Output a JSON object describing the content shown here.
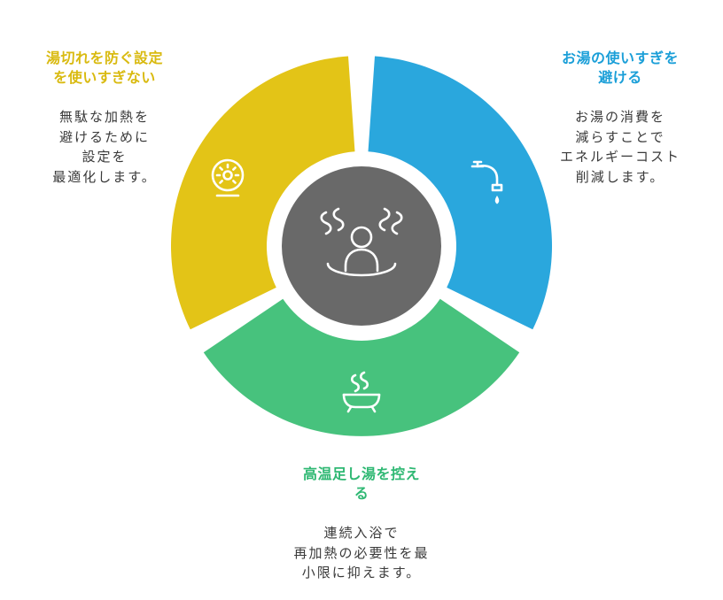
{
  "colors": {
    "yellow": "#e3c417",
    "blue": "#2aa7dd",
    "green": "#47c27d",
    "center_gray": "#696969",
    "yellow_title": "#d9ba10",
    "blue_title": "#1b9fd8",
    "green_title": "#2fb873",
    "body_text": "#3a3a3a"
  },
  "segments": {
    "yellow": {
      "title": "湯切れを防ぐ設定\nを使いすぎない",
      "body": "無駄な加熱を\n避けるために\n設定を\n最適化します。",
      "icon": "thermostat-dial-icon"
    },
    "blue": {
      "title": "お湯の使いすぎを\n避ける",
      "body": "お湯の消費を\n減らすことで\nエネルギーコスト\n削減します。",
      "icon": "faucet-drop-icon"
    },
    "green": {
      "title": "高温足し湯を控え\nる",
      "body": "連続入浴で\n再加熱の必要性を最\n小限に抑えます。",
      "icon": "bathtub-steam-icon"
    }
  },
  "center": {
    "icon": "person-bathing-icon"
  }
}
